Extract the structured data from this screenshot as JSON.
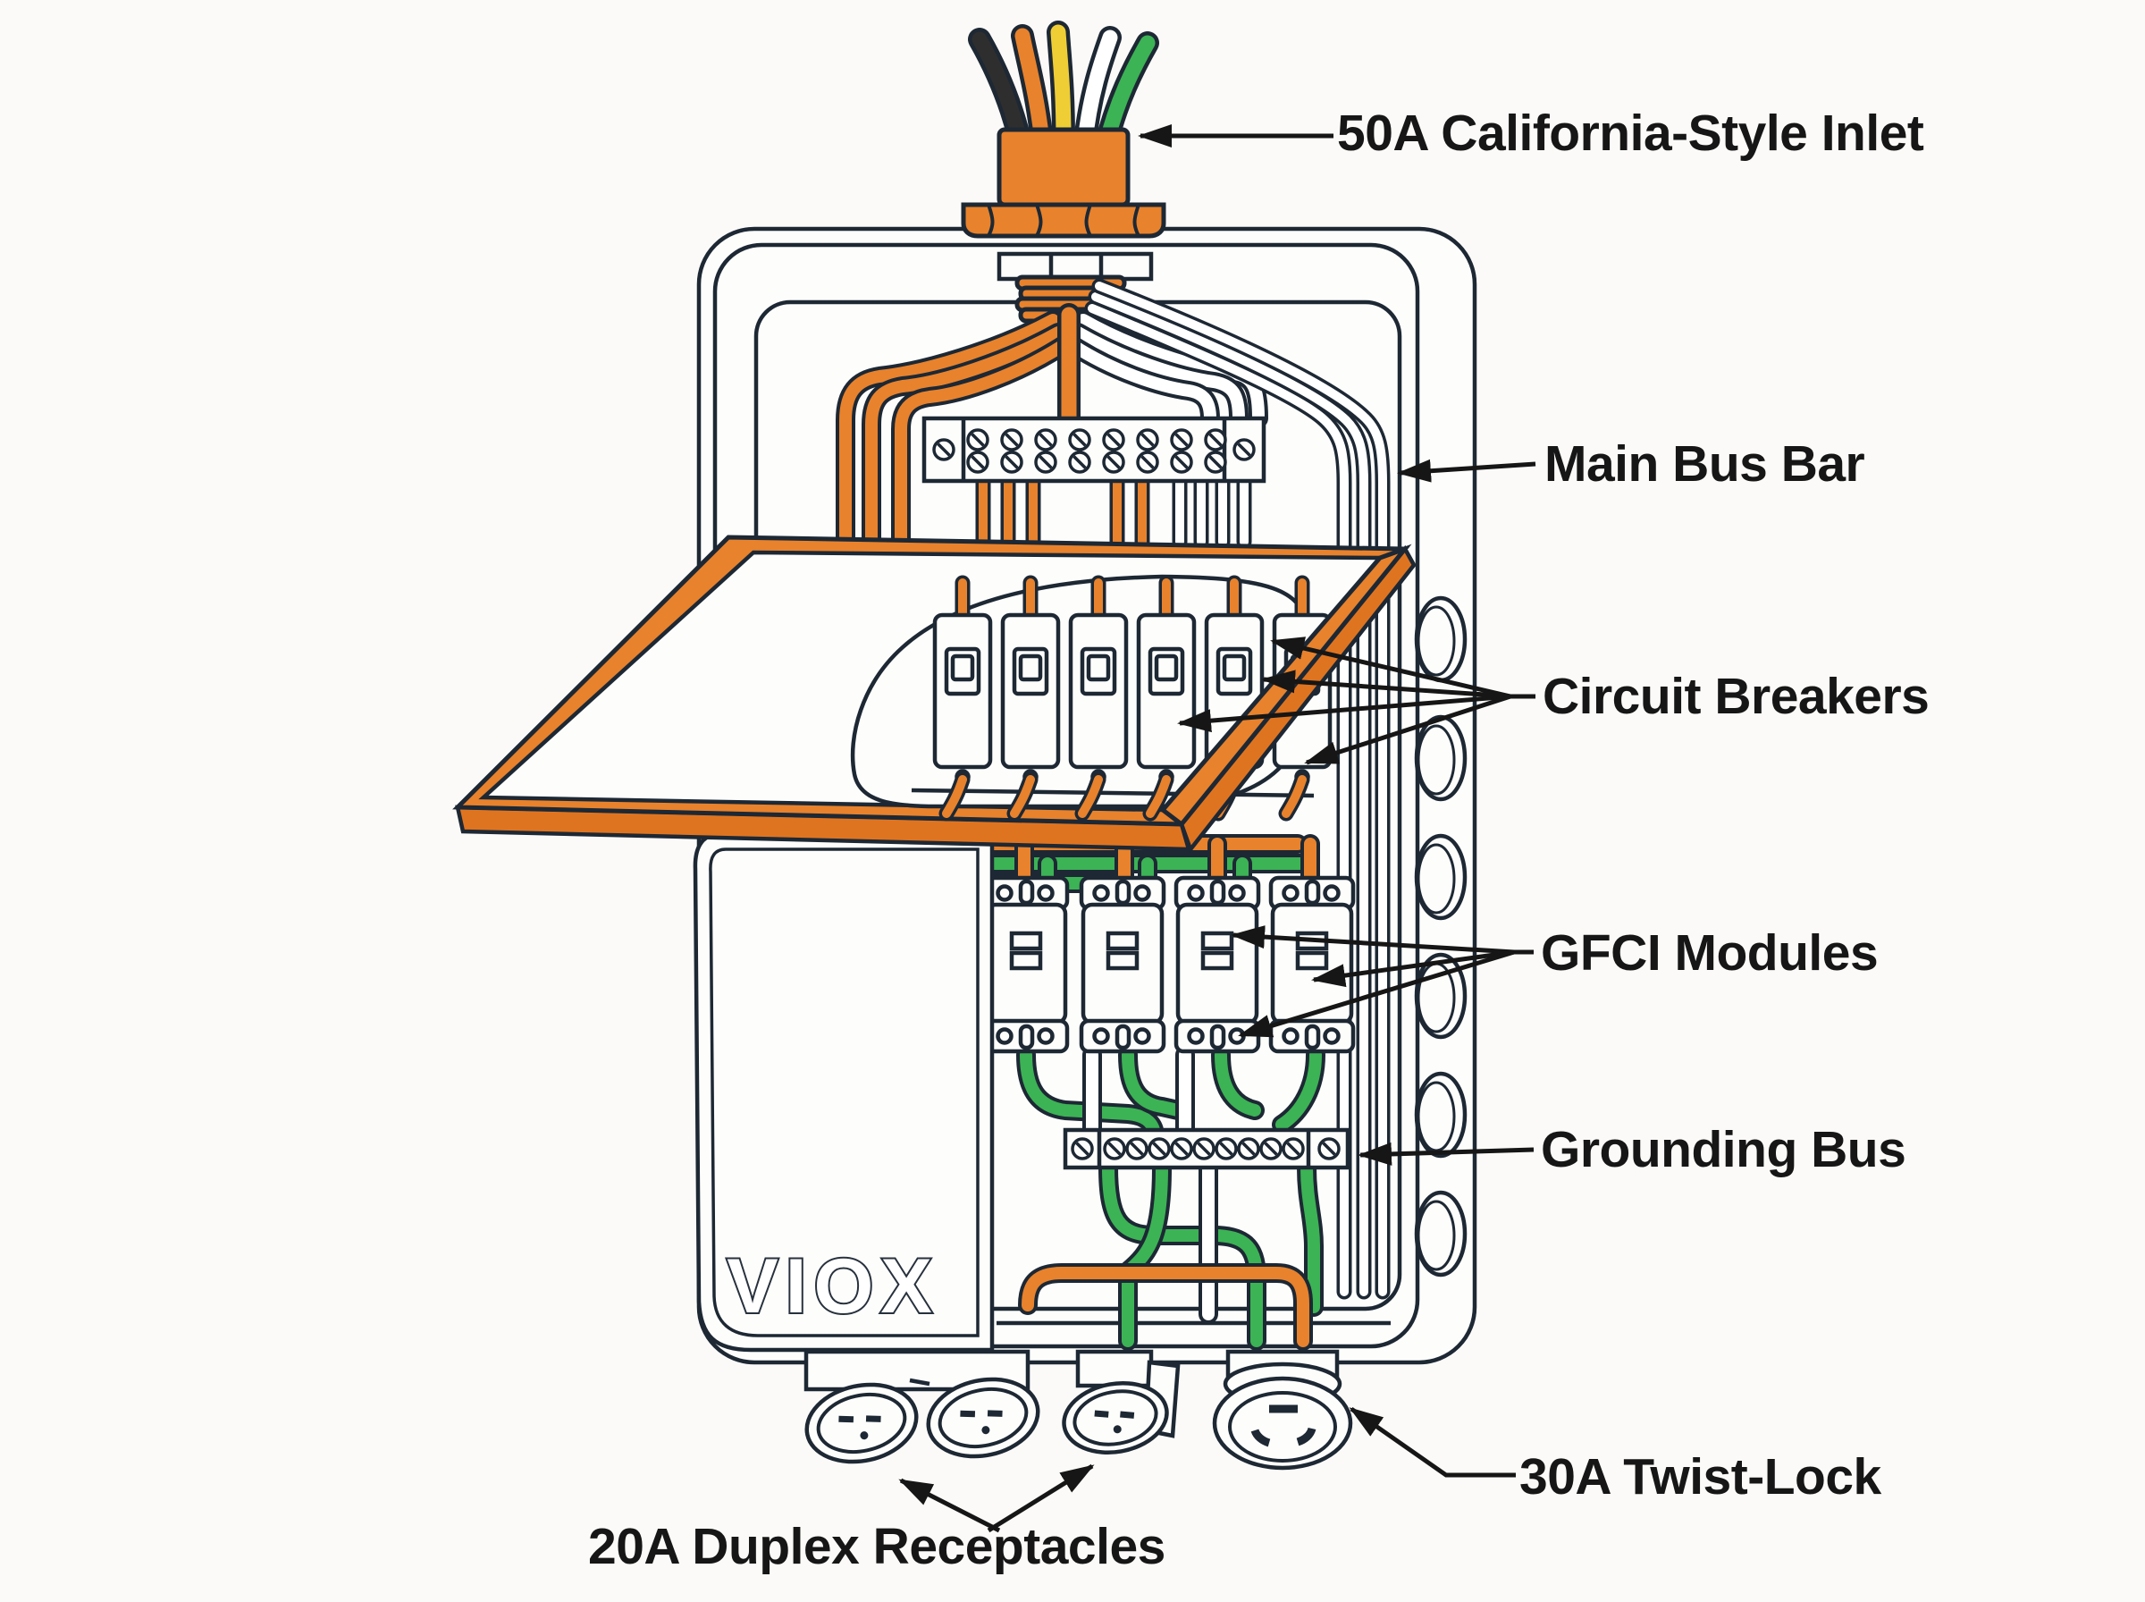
{
  "page": {
    "background": "#fbfaf8"
  },
  "diagram": {
    "brand": "VIOX",
    "colors": {
      "accent_orange": "#e8822c",
      "outline_navy": "#1d2834",
      "ground_green": "#3cb355",
      "neutral_yellow": "#efce35",
      "hot_black": "#2e2e2e",
      "label_text": "#161616"
    },
    "labels": {
      "inlet": "50A California-Style Inlet",
      "main_bus": "Main Bus Bar",
      "breakers": "Circuit Breakers",
      "gfci": "GFCI Modules",
      "grounding": "Grounding Bus",
      "twist_lock": "30A Twist-Lock",
      "duplex": "20A Duplex Receptacles"
    }
  }
}
